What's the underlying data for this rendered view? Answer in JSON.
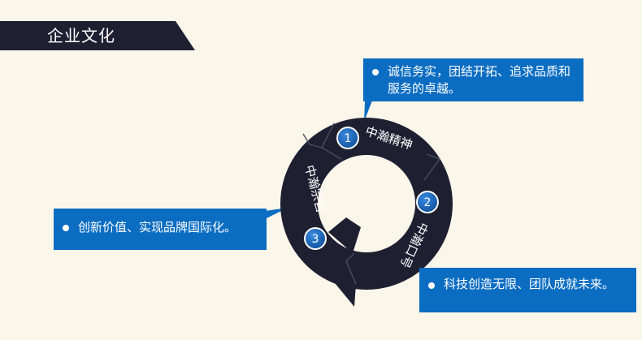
{
  "page_title": "企业文化",
  "ring": {
    "segments": [
      {
        "number": "1",
        "label": "中瀚精神"
      },
      {
        "number": "2",
        "label": "中瀚口号"
      },
      {
        "number": "3",
        "label": "中瀚宗旨"
      }
    ]
  },
  "callouts": [
    {
      "text": "诚信务实，团结开拓、追求品质和服务的卓越。"
    },
    {
      "text": "创新价值、实现品牌国际化。"
    },
    {
      "text": "科技创造无限、团队成就未来。"
    }
  ],
  "colors": {
    "background": "#fbf6ea",
    "banner": "#1e2032",
    "ring": "#1e2032",
    "callout": "#0b6dc2",
    "badge": "#1a6bc6"
  }
}
